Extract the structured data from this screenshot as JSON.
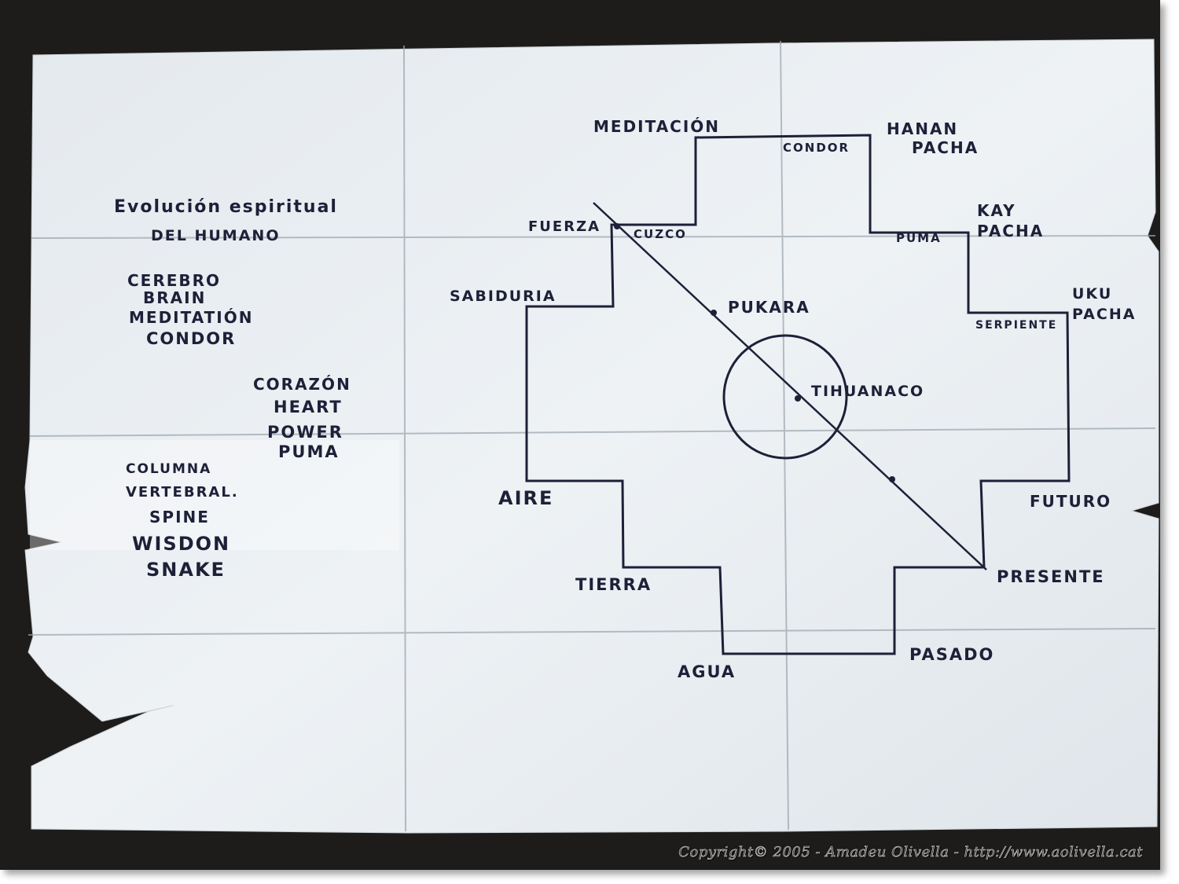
{
  "left_panel": {
    "title_line1": "Evolución espiritual",
    "title_line2": "DEL HUMANO",
    "group_head": [
      "CEREBRO",
      "BRAIN",
      "MEDITATIÓN",
      "CONDOR"
    ],
    "group_heart": [
      "CORAZÓN",
      "HEART",
      "POWER",
      "PUMA"
    ],
    "group_spine": [
      "COLUMNA",
      "VERTEBRAL.",
      "SPINE",
      "WISDON",
      "SNAKE"
    ]
  },
  "diagram": {
    "meditacion": "MEDITACIÓN",
    "fuerza": "FUERZA",
    "cuzco": "CUZCO",
    "sabiduria": "SABIDURIA",
    "aire": "AIRE",
    "tierra": "TIERRA",
    "agua": "AGUA",
    "pukara": "PUKARA",
    "tihuanaco": "TIHUANACO",
    "condor": "CONDOR",
    "puma": "PUMA",
    "serpiente": "SERPIENTE",
    "hanan": "HANAN",
    "hanan_pacha": "PACHA",
    "kay": "KAY",
    "kay_pacha": "PACHA",
    "uku": "UKU",
    "uku_pacha": "PACHA",
    "futuro": "FUTURO",
    "presente": "PRESENTE",
    "pasado": "PASADO"
  },
  "copyright": "Copyright© 2005 - Amadeu Olivella - http://www.aolivella.cat",
  "colors": {
    "ink": "#1e2038",
    "paper": "#e9eef2",
    "background": "#1d1c1a"
  }
}
